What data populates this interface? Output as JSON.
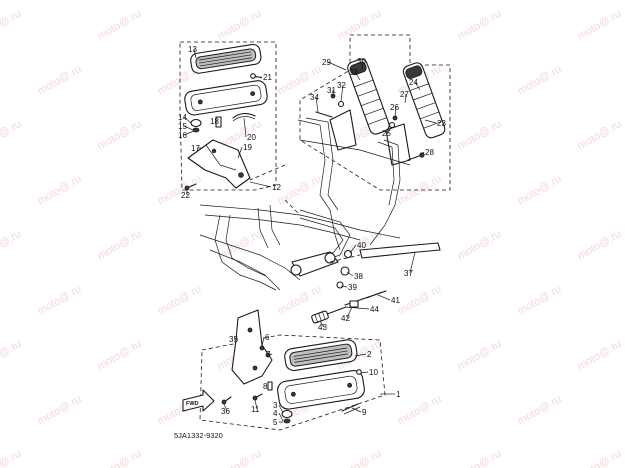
{
  "diagram": {
    "document_code": "5JA1332-9320",
    "fwd_label": "FWD",
    "watermark_text": "moto@.ru",
    "callouts": [
      "1",
      "2",
      "3",
      "4",
      "5",
      "6",
      "7",
      "8",
      "9",
      "10",
      "11",
      "12",
      "13",
      "14",
      "15",
      "16",
      "17",
      "18",
      "19",
      "20",
      "21",
      "22",
      "23",
      "24",
      "25",
      "26",
      "27",
      "28",
      "29",
      "30",
      "31",
      "32",
      "33",
      "34",
      "35",
      "36",
      "37",
      "38",
      "39",
      "40",
      "41",
      "42",
      "43",
      "44"
    ]
  }
}
